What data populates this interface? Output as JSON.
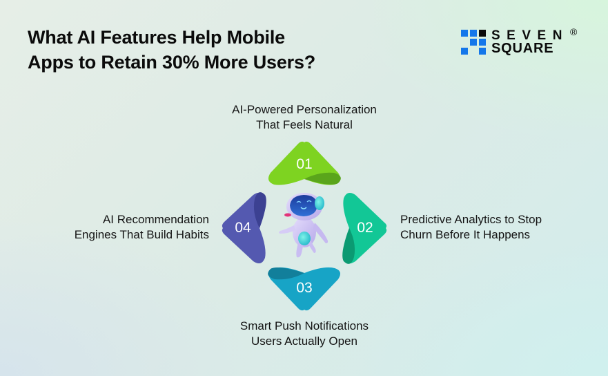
{
  "header": {
    "title_line1": "What AI Features Help Mobile",
    "title_line2": "Apps to Retain 30% More Users?"
  },
  "logo": {
    "line1": "SEVEN",
    "line2": "SQUARE",
    "registered": "®",
    "grid": [
      "blue",
      "blue",
      "black",
      "empty",
      "blue",
      "blue",
      "blue",
      "empty",
      "blue"
    ],
    "colors": {
      "blue": "#1477ea",
      "black": "#0b0b0b"
    }
  },
  "diagram": {
    "center_icon": "robot-mascot-icon",
    "steps": [
      {
        "number": "01",
        "line1": "AI-Powered Personalization",
        "line2": "That Feels Natural",
        "color": "#7ed321",
        "fold_color": "#5aa51b",
        "position": "top"
      },
      {
        "number": "02",
        "line1": "Predictive Analytics to Stop",
        "line2": "Churn Before It Happens",
        "color": "#12c796",
        "fold_color": "#0b9a72",
        "position": "right"
      },
      {
        "number": "03",
        "line1": "Smart Push Notifications",
        "line2": "Users Actually Open",
        "color": "#17a4c6",
        "fold_color": "#127f9b",
        "position": "bottom"
      },
      {
        "number": "04",
        "line1": "AI Recommendation",
        "line2": "Engines That Build Habits",
        "color": "#5459b0",
        "fold_color": "#3c4192",
        "position": "left"
      }
    ]
  }
}
